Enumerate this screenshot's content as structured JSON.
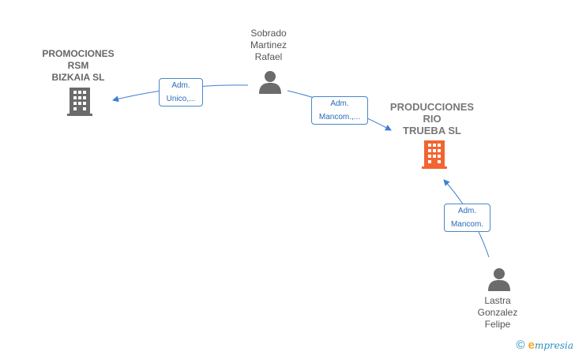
{
  "nodes": {
    "promociones": {
      "label": "PROMOCIONES\nRSM\nBIZKAIA  SL",
      "type": "company",
      "color": "#6b6b6b"
    },
    "sobrado": {
      "label": "Sobrado\nMartinez\nRafael",
      "type": "person",
      "color": "#6b6b6b"
    },
    "producciones": {
      "label": "PRODUCCIONES\nRIO\nTRUEBA  SL",
      "type": "company",
      "color": "#f26532"
    },
    "lastra": {
      "label": "Lastra\nGonzalez\nFelipe",
      "type": "person",
      "color": "#6b6b6b"
    }
  },
  "edges": {
    "e1": {
      "label": "Adm.\nUnico,...",
      "from": "sobrado",
      "to": "promociones"
    },
    "e2": {
      "label": "Adm.\nMancom.,...",
      "from": "sobrado",
      "to": "producciones"
    },
    "e3": {
      "label": "Adm.\nMancom.",
      "from": "lastra",
      "to": "producciones"
    }
  },
  "colors": {
    "edge": "#3d7fd1",
    "accent_company": "#f26532"
  },
  "footer": {
    "copyright": "©",
    "brand_initial": "e",
    "brand_rest": "mpresia"
  }
}
